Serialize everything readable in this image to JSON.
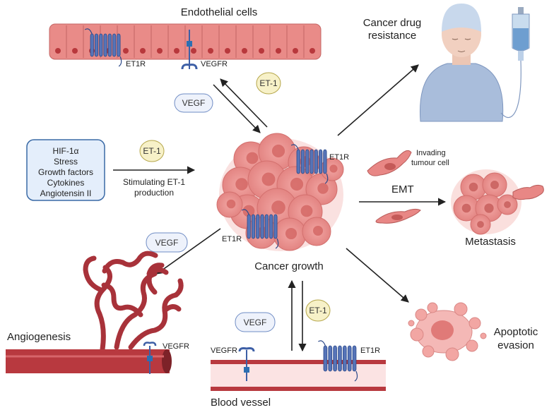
{
  "labels": {
    "endothelial_cells": "Endothelial cells",
    "cancer_drug_resistance_1": "Cancer drug",
    "cancer_drug_resistance_2": "resistance",
    "et1r_top": "ET1R",
    "vegfr_top": "VEGFR",
    "et1r_cancer_top": "ET1R",
    "et1r_cancer_bottom": "ET1R",
    "stimulating_1": "Stimulating ET-1",
    "stimulating_2": "production",
    "invading_1": "Invading",
    "invading_2": "tumour cell",
    "emt": "EMT",
    "metastasis": "Metastasis",
    "cancer_growth": "Cancer growth",
    "angiogenesis": "Angiogenesis",
    "vegfr_angio": "VEGFR",
    "vegfr_bv": "VEGFR",
    "et1r_bv": "ET1R",
    "blood_vessel": "Blood vessel",
    "apoptotic_1": "Apoptotic",
    "apoptotic_2": "evasion"
  },
  "stimuli": [
    "HIF-1α",
    "Stress",
    "Growth factors",
    "Cytokines",
    "Angiotensin II"
  ],
  "pills": {
    "et1_top": "ET-1",
    "vegf_top": "VEGF",
    "et1_left": "ET-1",
    "vegf_left": "VEGF",
    "et1_bottom": "ET-1",
    "vegf_bottom": "VEGF"
  },
  "colors": {
    "cell_fill": "#e88785",
    "cell_dark": "#c9605e",
    "receptor": "#3d5fa6",
    "vegf_pill_bg": "#eef2fb",
    "et1_pill_bg": "#f7f1c8",
    "stimuli_bg": "#e4eefb",
    "stimuli_border": "#3a6aa6",
    "vessel": "#b83a3a",
    "arrow": "#222222"
  }
}
